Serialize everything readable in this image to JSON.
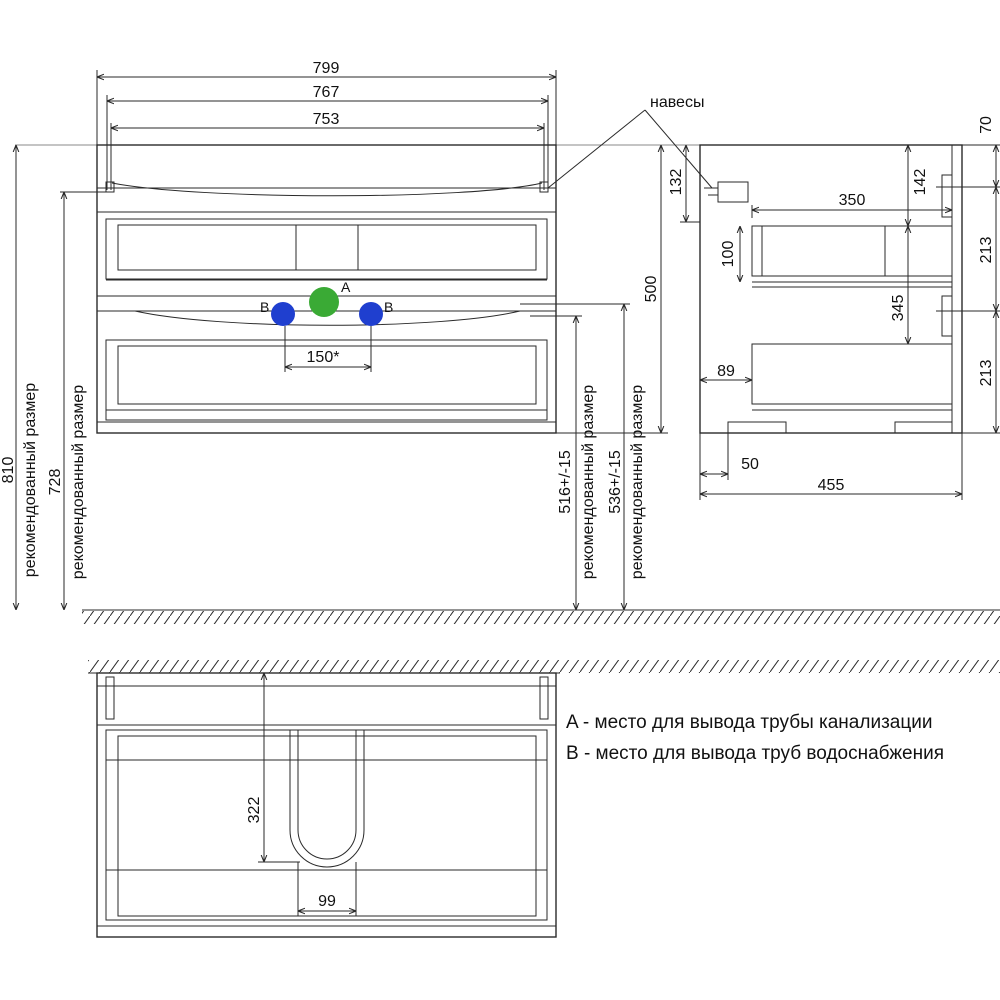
{
  "front_view": {
    "width_overall": "799",
    "width_body": "767",
    "width_inner": "753",
    "hinges_label": "навесы",
    "pipe_spacing": "150*",
    "dim_500": "500",
    "dim_810": "810",
    "dim_728": "728",
    "dim_516": "516+/-15",
    "dim_536": "536+/-15",
    "recommended_size": "рекомендованный размер",
    "point_a": "A",
    "point_b": "B"
  },
  "side_view": {
    "dim_70": "70",
    "dim_132": "132",
    "dim_142": "142",
    "dim_350": "350",
    "dim_100": "100",
    "dim_213_top": "213",
    "dim_345": "345",
    "dim_89": "89",
    "dim_213_bottom": "213",
    "dim_50": "50",
    "dim_455": "455"
  },
  "bottom_view": {
    "dim_322": "322",
    "dim_99": "99"
  },
  "legend": {
    "line_a": "A - место для вывода трубы канализации",
    "line_b": "B - место для вывода труб водоснабжения"
  },
  "colors": {
    "drain_point": "#3aaa35",
    "water_point": "#1f3fcf",
    "line": "#2a2a2a"
  }
}
